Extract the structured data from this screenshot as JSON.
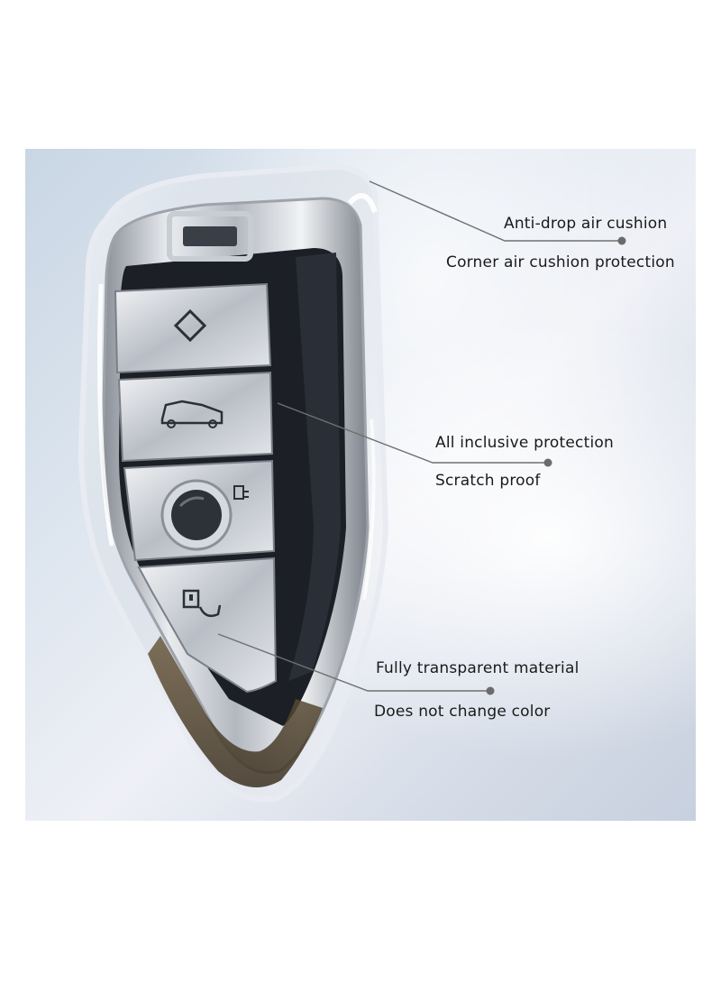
{
  "callouts": [
    {
      "title": "Anti-drop air cushion",
      "subtitle": "Corner air cushion protection"
    },
    {
      "title": "All inclusive protection",
      "subtitle": "Scratch proof"
    },
    {
      "title": "Fully transparent material",
      "subtitle": "Does not change color"
    }
  ],
  "colors": {
    "leader_line": "#707070",
    "leader_dot": "#6b6b6b",
    "text": "#1a1a1a",
    "chrome": "#c4c8cf",
    "dark_body": "#1c1f26"
  },
  "icons": [
    "lock-diamond-icon",
    "trunk-car-icon",
    "light-icon",
    "door-unlock-icon"
  ]
}
